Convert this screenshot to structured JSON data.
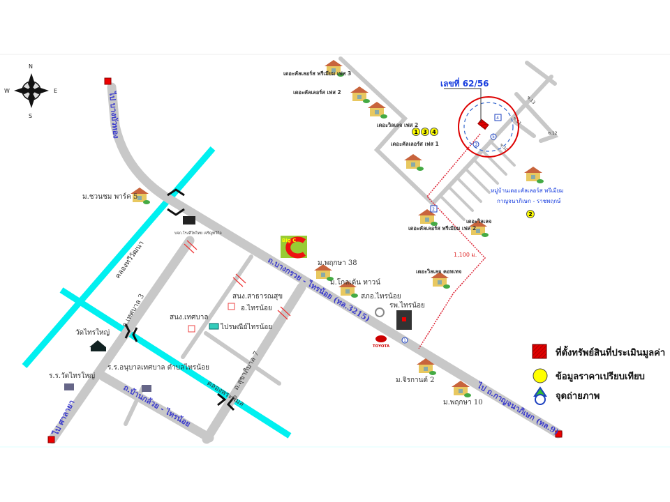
{
  "compass": {
    "n": "N",
    "s": "S",
    "e": "E",
    "w": "W"
  },
  "roads": {
    "to_bangbuathong": "ไป บางบัวทอง",
    "main_road": "ถ.บางกรวย - ไทรน้อย (ทล.3215)",
    "to_kanchanaphisek": "ไป ถ.กาญจนาภิเษก (ทล.9)",
    "to_salaya": "ไป ศาลายา",
    "tessaban3": "ถ.เทศบาล 3",
    "sukhaphiban7": "ถ.สุขาภิบาล 7",
    "bankluai": "ถ.บ้านกล้วย - ไทรน้อย",
    "soi_13": "ซ.13",
    "soi_11": "ซ.11",
    "soi_10": "ซ.10",
    "soi_12": "ซ.12"
  },
  "canals": {
    "thawiwatthana": "คลองทวีวัฒนา",
    "phraphimon": "คลองพระพิมล"
  },
  "places": {
    "chuanchom": "ม.ชวนชม พาร์ค 5",
    "egat": "บจก.โรงสีไฟไทย เจริญทวีกิจ",
    "bigc": "Big C",
    "phruksa38": "ม.พฤกษา 38",
    "golden_town": "ม.โกลเด้น ทาวน์",
    "police": "สภอ.ไทรน้อย",
    "hospital": "รพ.ไทรน้อย",
    "health_center": "สนง.สาธารณสุข",
    "amphoe": "อ.ไทรน้อย",
    "municipality": "สนง.เทศบาล",
    "post": "ไปรษณีย์ไทรน้อย",
    "wat": "วัดไทรใหญ่",
    "school_wat": "ร.ร.วัดไทรใหญ่",
    "school_kinder": "ร.ร.อนุบาลเทศบาล ตำบลไทรน้อย",
    "toyota": "TOYOTA",
    "cluster3": "เดอะคัลเลอร์ส พรีเมียม เฟส 3",
    "cluster2": "เดอะคัลเลอร์ส เฟส 2",
    "ville2": "เดอะวิลเลจ เฟส 2",
    "cluster1": "เดอะคัลเลอร์ส เฟส 1",
    "premium2": "เดอะคัลเลอร์ส พรีเมียม เฟส 2",
    "ville": "เดอะวิลเลจ",
    "ville_cottage": "เดอะวิลเลจ คอทเทจ",
    "village_main": "หมู่บ้านเดอะคัลเลอร์ส พรีเมียม",
    "village_main2": "กาญจนาภิเษก - ราชพฤกษ์",
    "jirakarn2": "ม.จิรกานต์ 2",
    "phruksa10": "ม.พฤกษา 10"
  },
  "subject": {
    "label": "เลขที่ 62/56",
    "distance": "1,100 ม."
  },
  "comparables": [
    "1",
    "3",
    "4",
    "2"
  ],
  "photo_points": [
    "1",
    "2",
    "3",
    "4",
    "5"
  ],
  "legend": {
    "subject": "ที่ตั้งทรัพย์สินที่ประเมินมูลค่า",
    "comparable": "ข้อมูลราคาเปรียบเทียบ",
    "photo": "จุดถ่ายภาพ"
  },
  "colors": {
    "road": "#c8c8c8",
    "canal": "#00f0f0",
    "subject": "#e00000",
    "comparable": "#ffff00",
    "photo": "#1a3fbf",
    "label_blue": "#3a3acc"
  }
}
